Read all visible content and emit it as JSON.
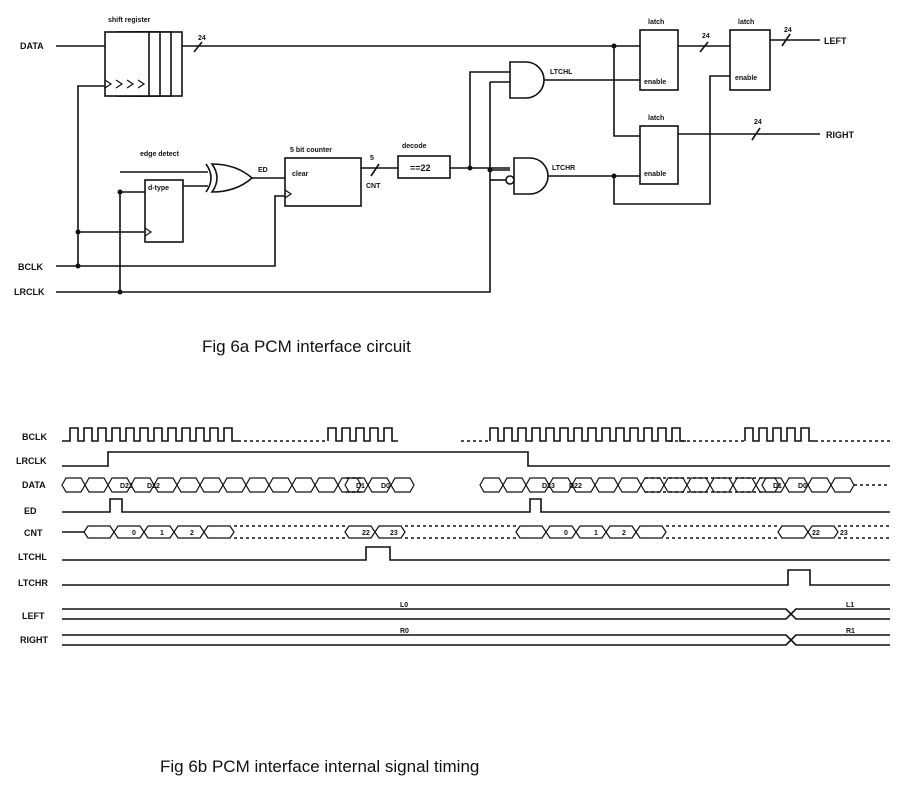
{
  "circuit": {
    "inputs": {
      "data": "DATA",
      "bclk": "BCLK",
      "lrclk": "LRCLK"
    },
    "outputs": {
      "left": "LEFT",
      "right": "RIGHT"
    },
    "shift_register": "shift register",
    "edge_detect": "edge detect",
    "dtype": "d-type",
    "ed": "ED",
    "counter_title": "5 bit counter",
    "counter_clear": "clear",
    "cnt": "CNT",
    "bus5": "5",
    "decode_title": "decode",
    "decode_value": "==22",
    "ltchl": "LTCHL",
    "ltchr": "LTCHR",
    "latch": "latch",
    "enable": "enable",
    "bus24": "24",
    "caption": "Fig 6a PCM interface circuit"
  },
  "timing": {
    "signals": [
      "BCLK",
      "LRCLK",
      "DATA",
      "ED",
      "CNT",
      "LTCHL",
      "LTCHR",
      "LEFT",
      "RIGHT"
    ],
    "data_labels": [
      "D23",
      "D22",
      "D1",
      "D0",
      "D23",
      "D22",
      "D1",
      "D0"
    ],
    "cnt_labels": [
      "0",
      "1",
      "2",
      "22",
      "23",
      "0",
      "1",
      "2",
      "22",
      "23"
    ],
    "left_values": [
      "L0",
      "L1"
    ],
    "right_values": [
      "R0",
      "R1"
    ],
    "caption": "Fig 6b PCM interface internal signal timing"
  }
}
